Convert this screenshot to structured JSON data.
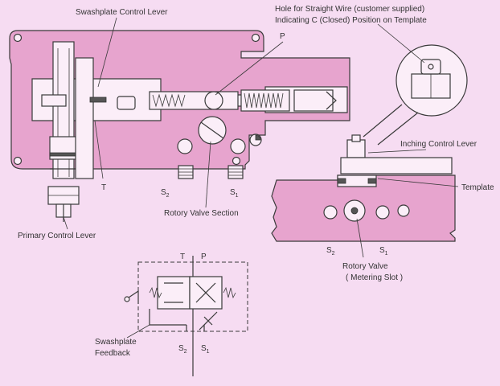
{
  "labels": {
    "swashplate_control_lever": "Swashplate Control Lever",
    "hole_line1": "Hole for Straight Wire (customer supplied)",
    "hole_line2": "Indicating C (Closed) Position on Template",
    "p_top": "P",
    "t_main": "T",
    "s2_main": "S",
    "s1_main": "S",
    "rotory_valve_section": "Rotory Valve Section",
    "primary_control_lever": "Primary Control Lever",
    "inching_control_lever": "Inching Control Lever",
    "template": "Template",
    "s2_right": "S",
    "s1_right": "S",
    "rotory_valve": "Rotory Valve",
    "metering_slot": "( Metering Slot )",
    "t_schem": "T",
    "p_schem": "P",
    "swashplate_feedback_line1": "Swashplate",
    "swashplate_feedback_line2": "Feedback",
    "s2_schem": "S",
    "s1_schem": "S"
  },
  "subscripts": {
    "two": "2",
    "one": "1"
  },
  "colors": {
    "body_fill": "#e7a4ce",
    "background": "#f6dcf2",
    "line": "#3a3a3a"
  }
}
